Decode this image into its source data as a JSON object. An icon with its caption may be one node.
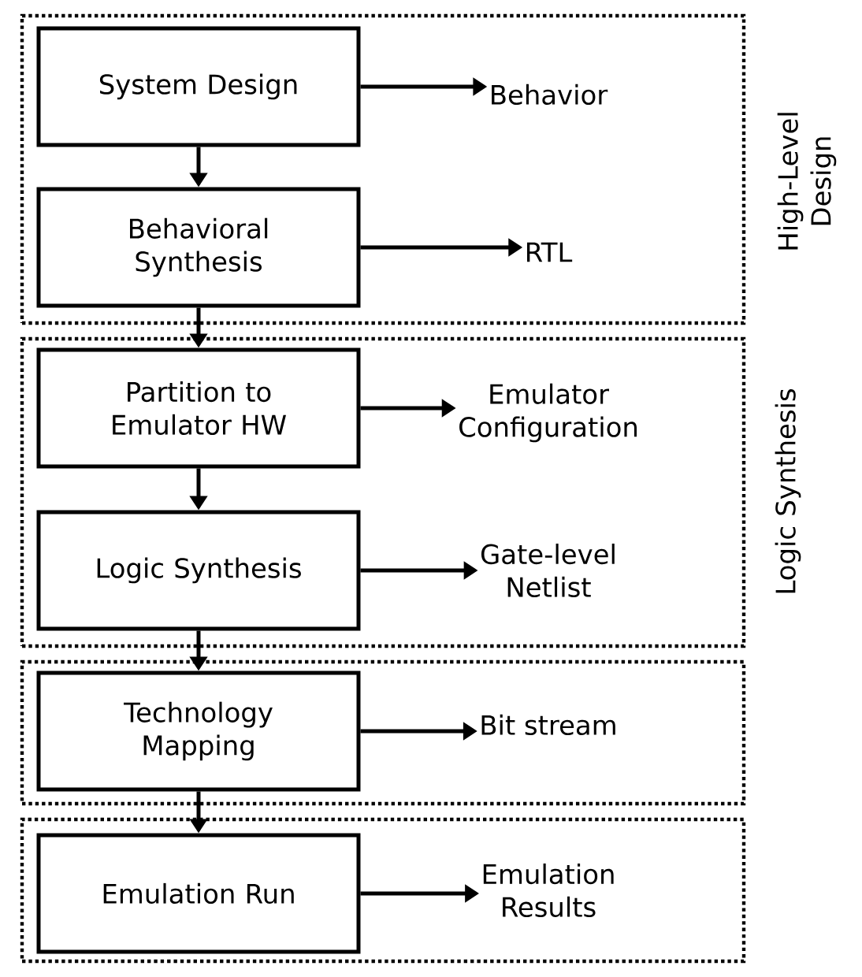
{
  "diagram": {
    "nodes": [
      {
        "text": [
          "High-Level Design"
        ]
      },
      {
        "text": [
          "System Design"
        ],
        "in": 0
      },
      {
        "text": [
          "Behavior"
        ],
        "in": 0
      },
      {
        "text": [
          "Behavioral Synthesis"
        ],
        "in": 0
      },
      {
        "text": [
          "RTL"
        ],
        "in": 0
      },
      {
        "text": [
          "Logic Synthesis"
        ]
      },
      {
        "text": [
          "Partition to Emulator HW"
        ],
        "in": 5
      },
      {
        "text": [
          "Emulator Configuration"
        ],
        "in": 5
      },
      {
        "text": [
          "Logic Synthesis"
        ],
        "in": 5
      },
      {
        "text": [
          "Gate-level Netlist"
        ],
        "in": 5
      },
      {
        "text": [],
        "shape": "box"
      },
      {
        "text": [
          "Technology Mapping"
        ],
        "in": 10
      },
      {
        "text": [
          "Bit stream"
        ],
        "in": 10
      },
      {
        "text": [],
        "shape": "box"
      },
      {
        "text": [
          "Emulation Run"
        ],
        "in": 13
      },
      {
        "text": [
          "Emulation Results"
        ],
        "in": 13
      }
    ],
    "edges": [
      {
        "from": 1,
        "to": 2,
        "arrow": "to"
      },
      {
        "from": 1,
        "to": 3,
        "arrow": "to"
      },
      {
        "from": 3,
        "to": 4,
        "arrow": "to"
      },
      {
        "from": 3,
        "to": 6,
        "arrow": "to"
      },
      {
        "from": 6,
        "to": 7,
        "arrow": "to"
      },
      {
        "from": 6,
        "to": 8,
        "arrow": "to"
      },
      {
        "from": 8,
        "to": 9,
        "arrow": "to"
      },
      {
        "from": 8,
        "to": 11,
        "arrow": "to"
      },
      {
        "from": 11,
        "to": 12,
        "arrow": "to"
      },
      {
        "from": 11,
        "to": 14,
        "arrow": "to"
      },
      {
        "from": 14,
        "to": 15,
        "arrow": "to"
      }
    ]
  }
}
